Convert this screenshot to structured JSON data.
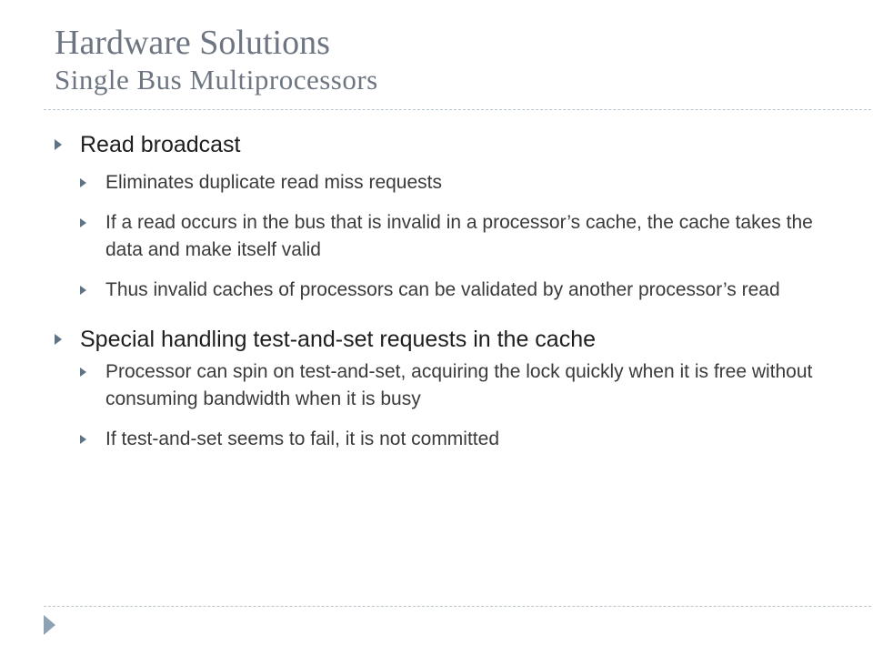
{
  "slide": {
    "title": "Hardware Solutions",
    "subtitle": "Single Bus Multiprocessors"
  },
  "bullets": [
    {
      "text": "Read broadcast",
      "children": [
        "Eliminates duplicate read miss requests",
        "If a read occurs in the bus that is invalid in a processor’s cache, the cache takes the data and make itself valid",
        "Thus invalid caches of processors can be validated by another processor’s read"
      ]
    },
    {
      "text": "Special handling test-and-set requests in the cache",
      "children": [
        "Processor can spin on test-and-set, acquiring the lock quickly when it is free without consuming bandwidth when it is busy",
        "If test-and-set seems to fail, it is not committed"
      ]
    }
  ],
  "icons": {
    "bullet": "triangle-bullet-icon",
    "footer": "triangle-corner-icon"
  },
  "colors": {
    "title": "#6d7582",
    "bullet": "#5f7387",
    "rule": "#b9c6cf",
    "body_text": "#1e1e1e"
  }
}
